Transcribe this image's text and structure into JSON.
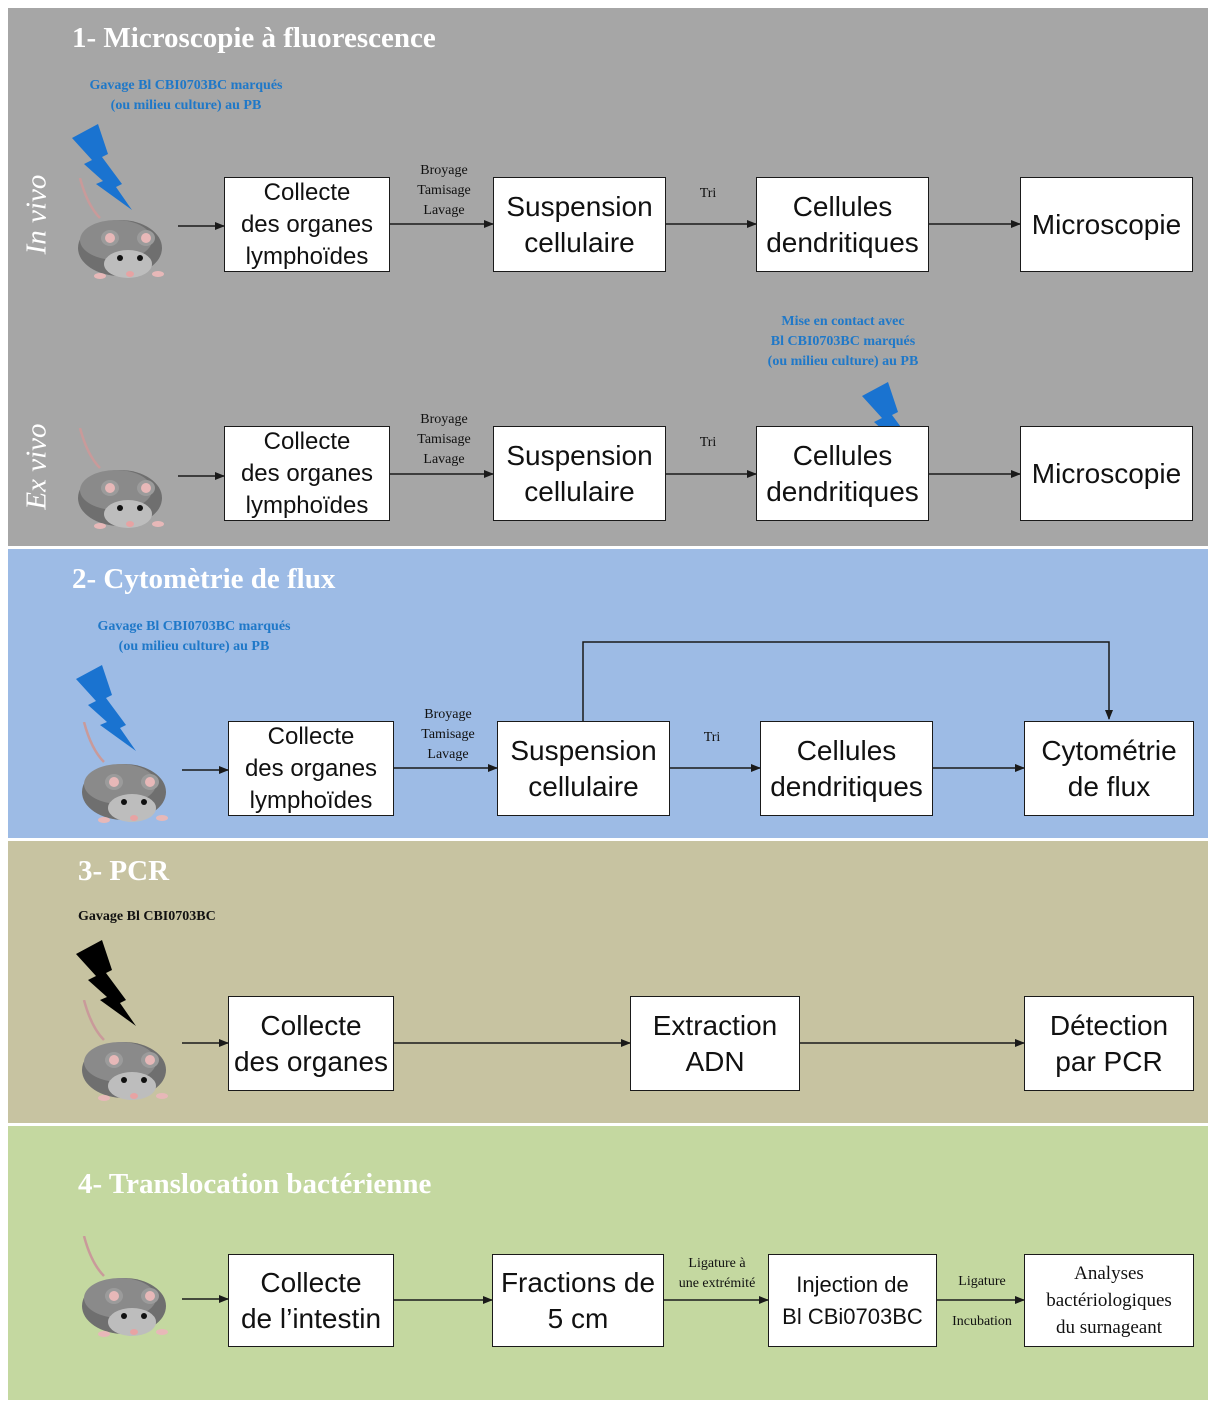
{
  "sections": [
    {
      "title": "1- Microscopie à fluorescence",
      "note_lines": [
        "Gavage  Bl CBI0703BC marqués",
        "(ou milieu culture) au PB"
      ],
      "rows": [
        {
          "side_label": "In vivo",
          "boxes": [
            [
              "Collecte",
              "des organes",
              "lymphoïdes"
            ],
            [
              "Suspension",
              "cellulaire"
            ],
            [
              "Cellules",
              "dendritiques"
            ],
            [
              "Microscopie"
            ]
          ],
          "edge_labels": [
            [
              "Broyage",
              "Tamisage",
              "Lavage"
            ],
            [
              "Tri"
            ]
          ]
        },
        {
          "side_label": "Ex vivo",
          "note_lines": [
            "Mise en contact avec",
            "Bl  CBI0703BC marqués",
            "(ou milieu culture) au PB"
          ],
          "boxes": [
            [
              "Collecte",
              "des organes",
              "lymphoïdes"
            ],
            [
              "Suspension",
              "cellulaire"
            ],
            [
              "Cellules",
              "dendritiques"
            ],
            [
              "Microscopie"
            ]
          ],
          "edge_labels": [
            [
              "Broyage",
              "Tamisage",
              "Lavage"
            ],
            [
              "Tri"
            ]
          ]
        }
      ]
    },
    {
      "title": "2- Cytomètrie de flux",
      "note_lines": [
        "Gavage  Bl CBI0703BC marqués",
        "(ou milieu culture) au PB"
      ],
      "boxes": [
        [
          "Collecte",
          "des organes",
          "lymphoïdes"
        ],
        [
          "Suspension",
          "cellulaire"
        ],
        [
          "Cellules",
          "dendritiques"
        ],
        [
          "Cytométrie",
          "de flux"
        ]
      ],
      "edge_labels": [
        [
          "Broyage",
          "Tamisage",
          "Lavage"
        ],
        [
          "Tri"
        ]
      ]
    },
    {
      "title": "3- PCR",
      "note": "Gavage  Bl CBI0703BC",
      "boxes": [
        [
          "Collecte",
          "des organes"
        ],
        [
          "Extraction",
          "ADN"
        ],
        [
          "Détection",
          "par PCR"
        ]
      ]
    },
    {
      "title": "4- Translocation bactérienne",
      "boxes": [
        [
          "Collecte",
          "de l’intestin"
        ],
        [
          "Fractions de",
          "5 cm"
        ],
        [
          "Injection de",
          "Bl CBi0703BC"
        ],
        [
          "Analyses",
          "bactériologiques",
          "du surnageant"
        ]
      ],
      "edge_labels": [
        [
          "Ligature à",
          "une extrémité"
        ],
        [
          "Ligature"
        ],
        [
          "Incubation"
        ]
      ]
    }
  ],
  "colors": {
    "panel1": "#a6a6a6",
    "panel2": "#9dbbe5",
    "panel3": "#c7c3a1",
    "panel4": "#c4d8a0",
    "note_blue": "#1f78c8",
    "bolt_blue": "#1a73d0",
    "bolt_black": "#000000"
  },
  "icons": [
    "mouse-icon",
    "lightning-bolt-icon"
  ]
}
